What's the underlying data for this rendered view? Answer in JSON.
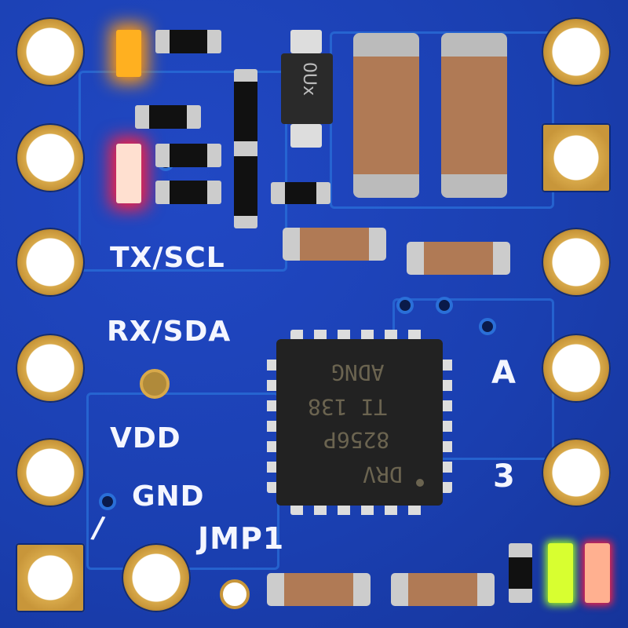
{
  "subject": "Blue PCB motor driver carrier board, top view",
  "colors": {
    "board": "#1a3fb0",
    "trace": "#2a6fd8",
    "pad_gold": "#c8963a",
    "silkscreen": "#f4f6ff",
    "led_orange": "#ffb020",
    "led_red": "#ff3040",
    "led_green": "#d8ff30"
  },
  "silkscreen": {
    "tx_scl": "TX/SCL",
    "rx_sda": "RX/SDA",
    "vdd": "VDD",
    "gnd": "GND",
    "jmp1": "JMP1",
    "a": "A",
    "three": "3"
  },
  "chip": {
    "line1": "DRV",
    "line2": "8256P",
    "line3": "TI 138",
    "line4": "ADNG"
  },
  "sot_marking": "0Ux"
}
